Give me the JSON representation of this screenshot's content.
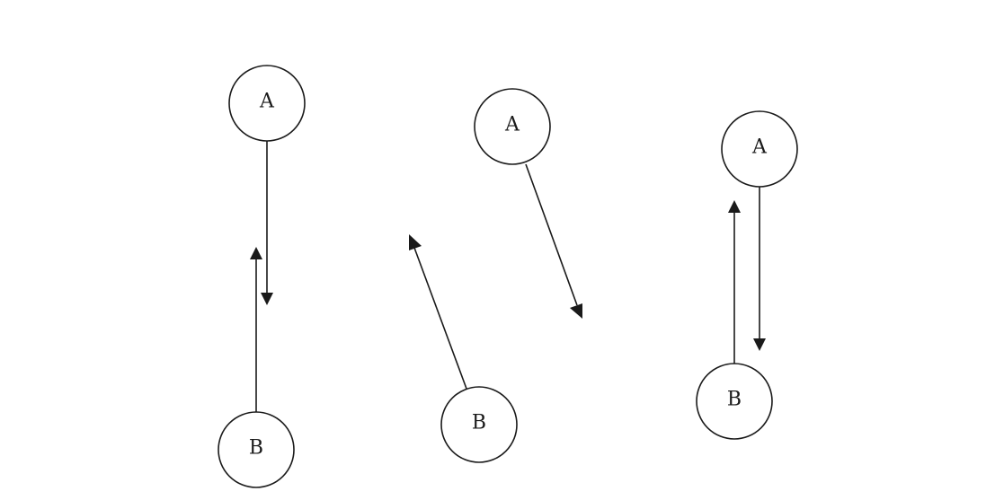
{
  "colors": {
    "stroke": "#1a1a1a",
    "background": "#ffffff"
  },
  "diagrams": [
    {
      "name": "scenario-1",
      "nodes": [
        {
          "id": "a",
          "label": "A"
        },
        {
          "id": "b",
          "label": "B"
        }
      ]
    },
    {
      "name": "scenario-2",
      "nodes": [
        {
          "id": "a",
          "label": "A"
        },
        {
          "id": "b",
          "label": "B"
        }
      ]
    },
    {
      "name": "scenario-3",
      "nodes": [
        {
          "id": "a",
          "label": "A"
        },
        {
          "id": "b",
          "label": "B"
        }
      ]
    }
  ]
}
